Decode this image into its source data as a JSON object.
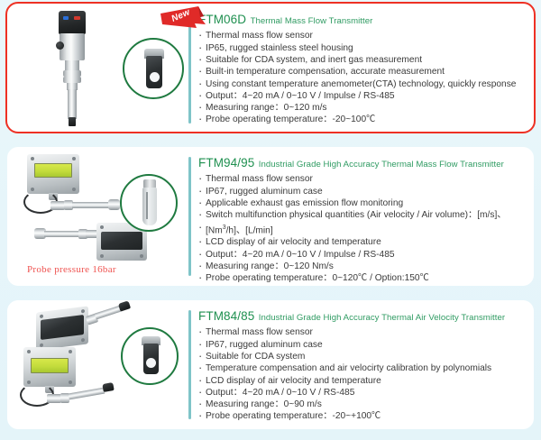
{
  "page": {
    "background_color": "#e8f6fa",
    "panel_background": "#ffffff",
    "heading_color": "#1f9050",
    "accent_red": "#ee3124",
    "divider_color": "#7fc4c8",
    "callout_ring_color": "#1f7a40"
  },
  "badges": {
    "new_label": "New"
  },
  "products": [
    {
      "model": "FTM06D",
      "description": "Thermal Mass Flow Transmitter",
      "has_new_badge": true,
      "border_color": "#ee3124",
      "features": [
        "Thermal mass flow sensor",
        "IP65, rugged stainless steel housing",
        "Suitable for CDA system, and inert gas measurement",
        "Built-in temperature compensation, accurate measurement",
        "Using constant temperature anemometer(CTA) technology, quickly response",
        "Output：4~20 mA / 0~10 V / Impulse / RS-485",
        "Measuring range：0~120 m/s",
        "Probe operating temperature：-20~100℃"
      ]
    },
    {
      "model": "FTM94/95",
      "description": "Industrial Grade High Accuracy Thermal Mass Flow Transmitter",
      "has_new_badge": false,
      "caption": "Probe pressure 16bar",
      "features": [
        "Thermal mass flow sensor",
        "IP67, rugged aluminum case",
        "Applicable exhaust gas emission flow monitoring",
        "Switch multifunction physical quantities (Air velocity / Air volume)：[m/s]、",
        "[Nm3/h]、[L/min]",
        "LCD display of air velocity and temperature",
        "Output：4~20 mA / 0~10 V / Impulse / RS-485",
        "Measuring range：0~120 Nm/s",
        "Probe operating temperature：0~120℃ / Option:150℃"
      ]
    },
    {
      "model": "FTM84/85",
      "description": "Industrial Grade High Accuracy Thermal Air Velocity Transmitter",
      "has_new_badge": false,
      "features": [
        "Thermal mass flow sensor",
        "IP67, rugged aluminum case",
        "Suitable for CDA system",
        "Temperature compensation and air velocirty calibration by polynomials",
        "LCD display of air velocity and temperature",
        "Output：4~20 mA / 0~10 V / RS-485",
        "Measuring range：0~90 m/s",
        "Probe operating temperature：-20~+100℃"
      ]
    }
  ]
}
